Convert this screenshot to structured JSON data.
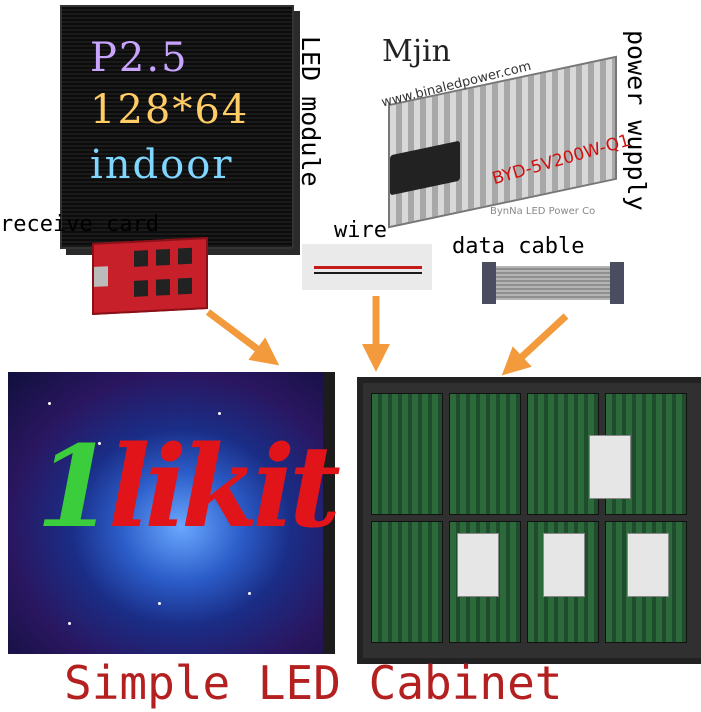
{
  "led_module": {
    "line1": "P2.5",
    "line2": "128*64",
    "line3": "indoor",
    "label": "LED module"
  },
  "power_supply": {
    "brand": "Mjin",
    "url": "www.binaledpower.com",
    "model": "BYD-5V200W-Q1",
    "fineprint": "BynNa LED Power Co",
    "label": "power wupply"
  },
  "components": {
    "receive_card": "receive card",
    "wire": "wire",
    "data_cable": "data cable"
  },
  "cabinet_logo": {
    "first_letter": "1",
    "rest": "likit"
  },
  "caption": "Simple LED Cabinet",
  "colors": {
    "arrow": "#f39a3d",
    "caption": "#b42020",
    "logo_red": "#e1141a",
    "logo_green": "#3ccd3c"
  }
}
